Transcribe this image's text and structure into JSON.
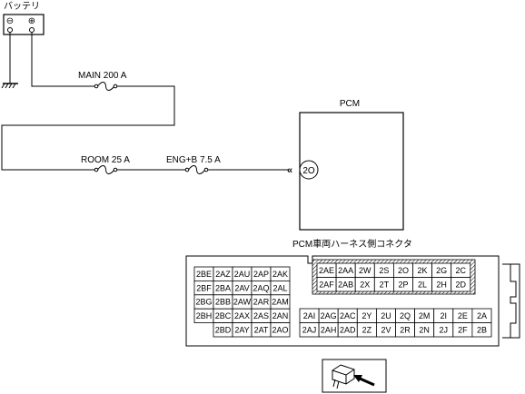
{
  "battery": {
    "label": "バッテリ",
    "neg_symbol": "⊖",
    "pos_symbol": "⊕"
  },
  "fuses": [
    {
      "label": "MAIN 200 A"
    },
    {
      "label": "ROOM 25 A"
    },
    {
      "label": "ENG+B 7.5 A"
    }
  ],
  "pcm": {
    "label": "PCM",
    "terminal": "2O"
  },
  "connector": {
    "title": "PCM車両ハーネス側コネクタ",
    "left_block": [
      [
        "2BE",
        "2AZ",
        "2AU",
        "2AP",
        "2AK"
      ],
      [
        "2BF",
        "2BA",
        "2AV",
        "2AQ",
        "2AL"
      ],
      [
        "2BG",
        "2BB",
        "2AW",
        "2AR",
        "2AM"
      ],
      [
        "2BH",
        "2BC",
        "2AX",
        "2AS",
        "2AN"
      ],
      [
        "",
        "2BD",
        "2AY",
        "2AT",
        "2AO"
      ]
    ],
    "right_top": [
      [
        "2AE",
        "2AA",
        "2W",
        "2S",
        "2O",
        "2K",
        "2G",
        "2C"
      ],
      [
        "2AF",
        "2AB",
        "2X",
        "2T",
        "2P",
        "2L",
        "2H",
        "2D"
      ]
    ],
    "right_bottom": [
      [
        "2AI",
        "2AG",
        "2AC",
        "2Y",
        "2U",
        "2Q",
        "2M",
        "2I",
        "2E",
        "2A"
      ],
      [
        "2AJ",
        "2AH",
        "2AD",
        "2Z",
        "2V",
        "2R",
        "2N",
        "2J",
        "2F",
        "2B"
      ]
    ]
  }
}
